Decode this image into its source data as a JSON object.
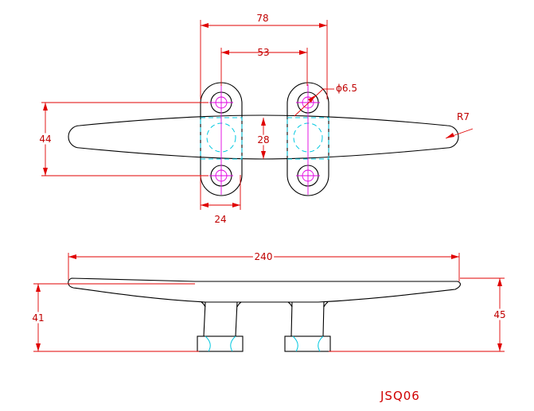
{
  "drawing": {
    "part_number": "JSQ06",
    "top_view": {
      "dim_overall_hole_spacing": "78",
      "dim_inner_hole_spacing": "53",
      "dim_hole_diameter": "ϕ6.5",
      "dim_end_radius": "R7",
      "dim_width": "44",
      "dim_base_width": "28",
      "dim_lug_width": "24"
    },
    "side_view": {
      "dim_length": "240",
      "dim_left_height": "41",
      "dim_right_height": "45"
    }
  },
  "colors": {
    "outline": "#000000",
    "dimension": "#e00000",
    "hidden": "#00c8e0",
    "centerline": "#e000e0"
  }
}
